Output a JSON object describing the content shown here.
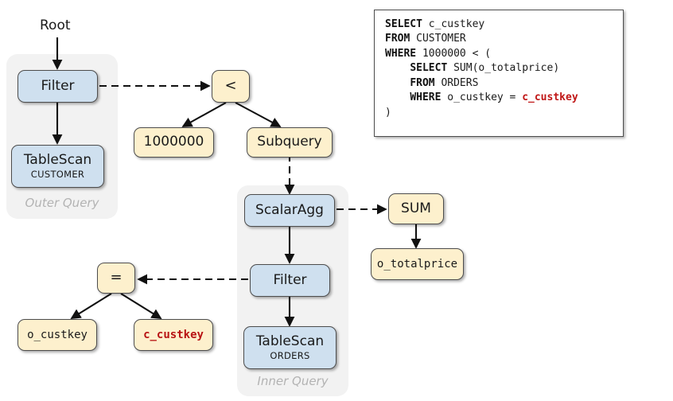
{
  "diagram": {
    "root_label": "Root",
    "panels": [
      {
        "key": "outer",
        "label": "Outer Query"
      },
      {
        "key": "inner",
        "label": "Inner Query"
      }
    ],
    "colors": {
      "operator_fill": "#cfe0ef",
      "expression_fill": "#fdf0cd",
      "panel_fill": "#f2f2f2",
      "node_border": "#4d4d4d",
      "highlight_text": "#b81414",
      "panel_label": "#b3b3b3"
    },
    "nodes": {
      "filter_outer": {
        "title": "Filter",
        "subtitle": ""
      },
      "tablescan_customer": {
        "title": "TableScan",
        "subtitle": "CUSTOMER"
      },
      "less_than": {
        "title": "<",
        "subtitle": ""
      },
      "literal": {
        "title": "1000000",
        "subtitle": ""
      },
      "subquery": {
        "title": "Subquery",
        "subtitle": ""
      },
      "scalaragg": {
        "title": "ScalarAgg",
        "subtitle": ""
      },
      "filter_inner": {
        "title": "Filter",
        "subtitle": ""
      },
      "tablescan_orders": {
        "title": "TableScan",
        "subtitle": "ORDERS"
      },
      "sum": {
        "title": "SUM",
        "subtitle": ""
      },
      "o_totalprice": {
        "title": "o_totalprice",
        "subtitle": ""
      },
      "equals": {
        "title": "=",
        "subtitle": ""
      },
      "o_custkey": {
        "title": "o_custkey",
        "subtitle": ""
      },
      "c_custkey": {
        "title": "c_custkey",
        "subtitle": ""
      }
    }
  },
  "sql": {
    "lines": [
      [
        {
          "t": "SELECT",
          "k": true
        },
        {
          "t": " c_custkey"
        }
      ],
      [
        {
          "t": "FROM",
          "k": true
        },
        {
          "t": " CUSTOMER"
        }
      ],
      [
        {
          "t": "WHERE",
          "k": true
        },
        {
          "t": " 1000000 < ("
        }
      ],
      [
        {
          "t": "    "
        },
        {
          "t": "SELECT",
          "k": true
        },
        {
          "t": " SUM(o_totalprice)"
        }
      ],
      [
        {
          "t": "    "
        },
        {
          "t": "FROM",
          "k": true
        },
        {
          "t": " ORDERS"
        }
      ],
      [
        {
          "t": "    "
        },
        {
          "t": "WHERE",
          "k": true
        },
        {
          "t": " o_custkey = "
        },
        {
          "t": "c_custkey",
          "hl": true
        }
      ],
      [
        {
          "t": ")"
        }
      ]
    ]
  }
}
